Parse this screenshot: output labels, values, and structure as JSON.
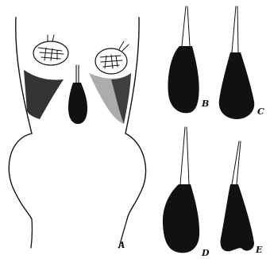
{
  "figure": {
    "labels": {
      "a": "A",
      "b": "B",
      "c": "C",
      "d": "D",
      "e": "E"
    },
    "ink_color": "#111111",
    "background": "#ffffff"
  }
}
